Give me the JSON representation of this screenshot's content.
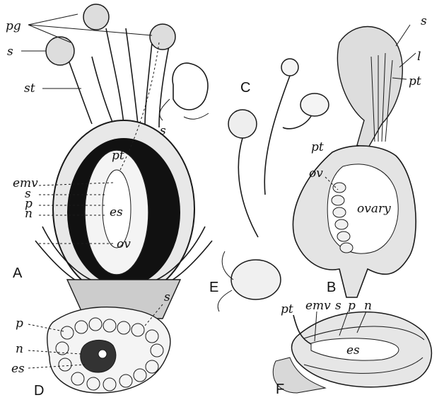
{
  "panels": {
    "A": {
      "caption": "A",
      "labels": {
        "pg": "pg",
        "s": "s",
        "st": "st",
        "pt": "pt",
        "emv": "emv",
        "s2": "s",
        "p": "p",
        "n": "n",
        "es": "es",
        "ov": "ov"
      }
    },
    "B": {
      "caption": "B",
      "labels": {
        "s": "s",
        "l": "l",
        "pt": "pt",
        "pt2": "pt",
        "ov": "ov",
        "ovary": "ovary"
      }
    },
    "C": {
      "caption": "C",
      "labels": {
        "s": "s"
      }
    },
    "D": {
      "caption": "D",
      "labels": {
        "p": "p",
        "s": "s",
        "n": "n",
        "es": "es"
      }
    },
    "E": {
      "caption": "E"
    },
    "F": {
      "caption": "F",
      "labels": {
        "pt": "pt",
        "emv": "emv",
        "s": "s",
        "p": "p",
        "n": "n",
        "es": "es"
      }
    }
  }
}
